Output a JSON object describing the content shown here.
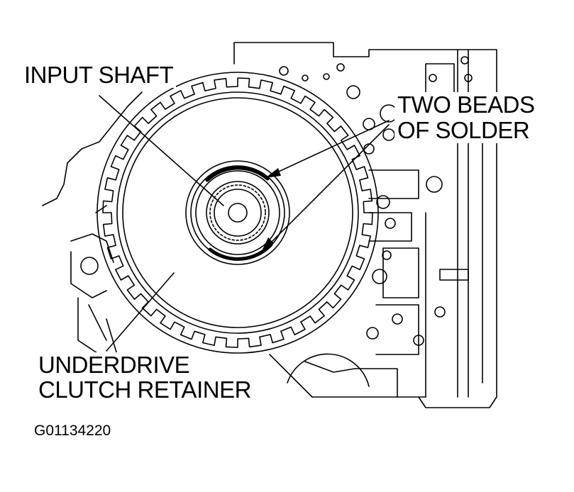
{
  "labels": {
    "input_shaft": "INPUT SHAFT",
    "two_beads": "TWO BEADS",
    "of_solder": "OF SOLDER",
    "underdrive": "UNDERDRIVE",
    "clutch_retainer": "CLUTCH RETAINER",
    "figure_id": "G01134220"
  },
  "colors": {
    "ink": "#000000",
    "paper": "#ffffff"
  }
}
